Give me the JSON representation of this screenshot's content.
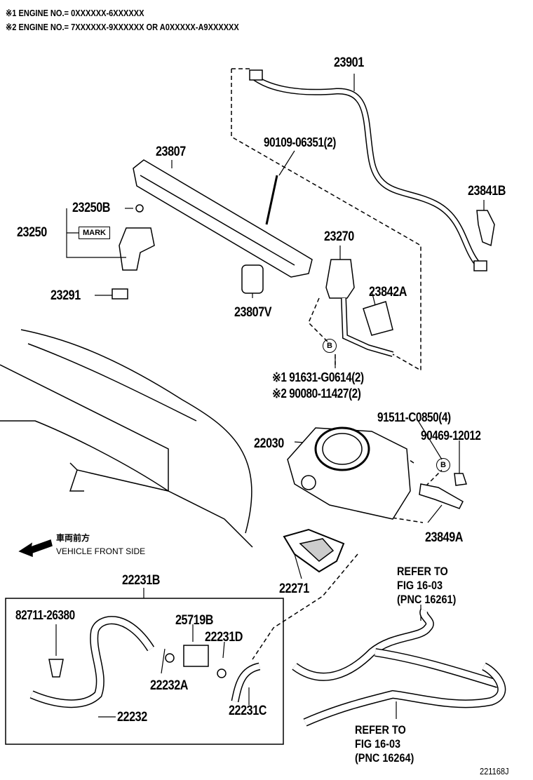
{
  "notes": [
    "※1 ENGINE NO.= 0XXXXXX-6XXXXXX",
    "※2 ENGINE NO.= 7XXXXXX-9XXXXXX OR A0XXXXX-A9XXXXXX"
  ],
  "parts": {
    "p23901": "23901",
    "p90109": "90109-06351(2)",
    "p23807": "23807",
    "p23841B": "23841B",
    "p23250B": "23250B",
    "p23250": "23250",
    "mark": "MARK",
    "p23270": "23270",
    "p23291": "23291",
    "p23842A": "23842A",
    "p23807V": "23807V",
    "p91631": "※1 91631-G0614(2)",
    "p90080": "※2 90080-11427(2)",
    "p91511": "91511-C0850(4)",
    "p22030": "22030",
    "p90469": "90469-12012",
    "p23849A": "23849A",
    "p22271": "22271",
    "p22231B": "22231B",
    "p82711": "82711-26380",
    "p25719B": "25719B",
    "p22231D": "22231D",
    "p22232A": "22232A",
    "p22232": "22232",
    "p22231C": "22231C"
  },
  "circle_marker": "B",
  "references": {
    "ref1": [
      "REFER TO",
      "FIG 16-03",
      "(PNC 16261)"
    ],
    "ref2": [
      "REFER TO",
      "FIG 16-03",
      "(PNC 16264)"
    ]
  },
  "direction": {
    "jp": "車両前方",
    "en": "VEHICLE FRONT SIDE"
  },
  "figure_id": "221168J"
}
